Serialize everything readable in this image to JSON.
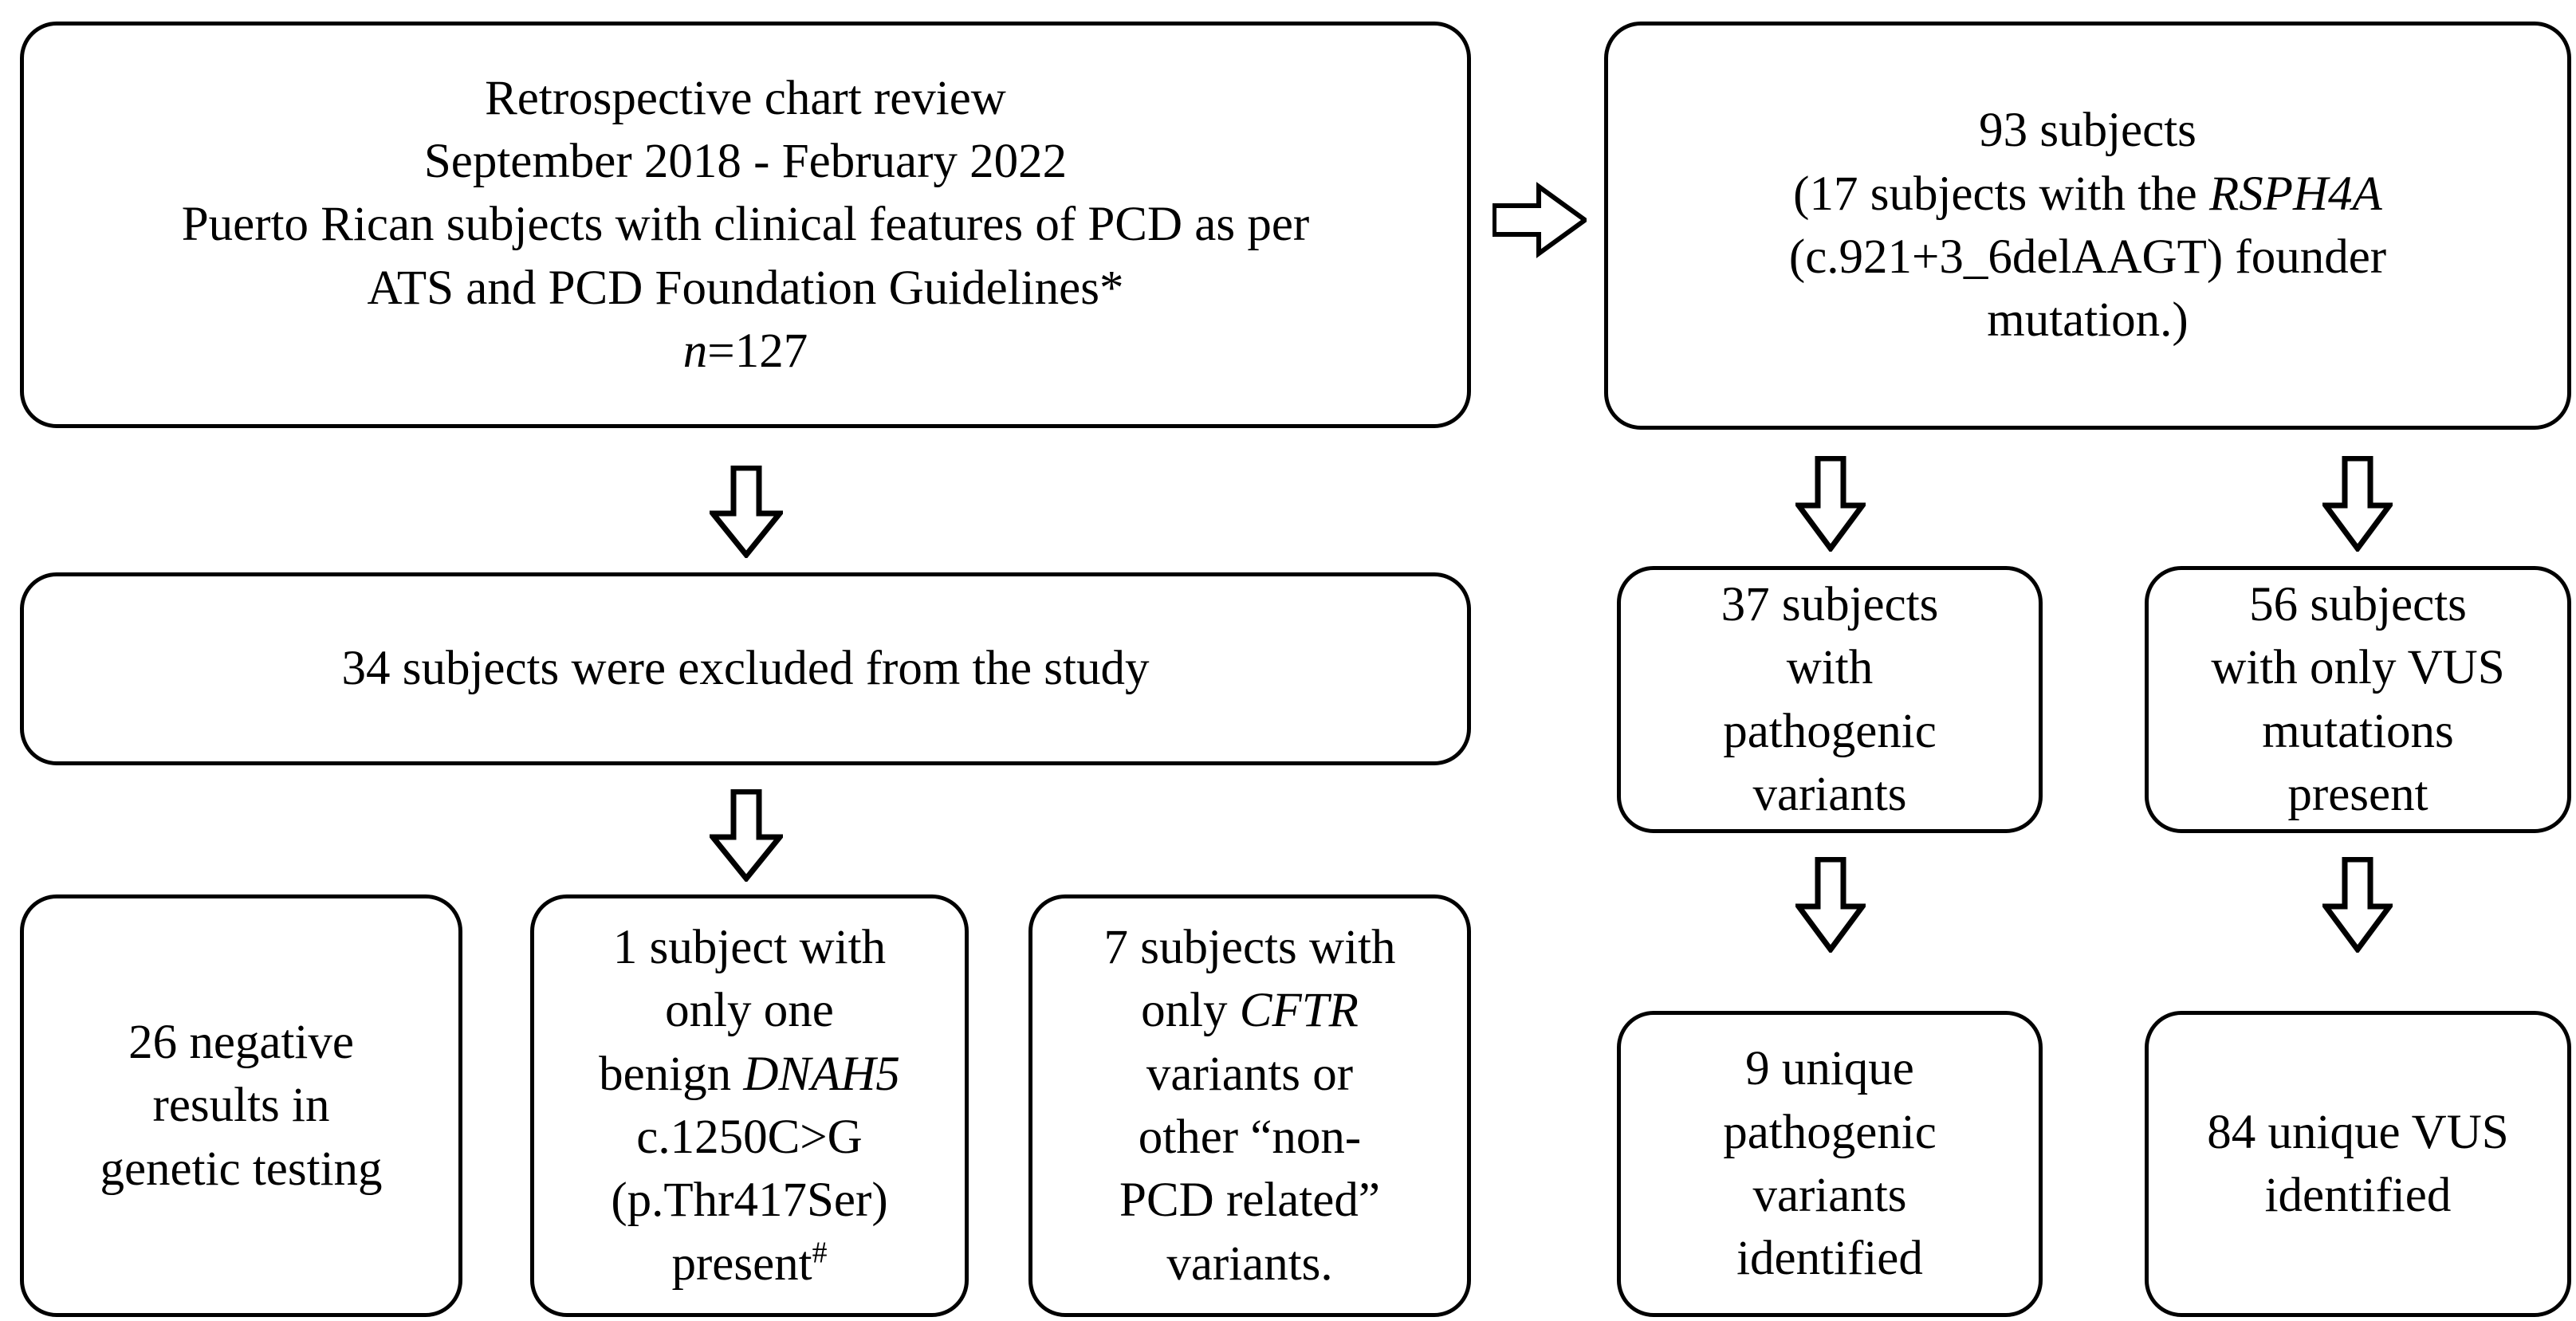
{
  "diagram": {
    "type": "flowchart",
    "title": "PCD genetic testing study flow",
    "accent_color": "#000000",
    "background_color": "#ffffff",
    "nodes": {
      "intake": {
        "lines": [
          "Retrospective chart review",
          "September 2018 - February 2022",
          "Puerto Rican subjects with clinical features of PCD as per",
          "ATS and PCD Foundation Guidelines*",
          "n=127"
        ],
        "italic_segment": "n",
        "count": 127
      },
      "cohort": {
        "lines": [
          "93 subjects",
          "(17 subjects with the RSPH4A",
          "(c.921+3_6delAAGT) founder",
          "mutation.)"
        ],
        "gene": "RSPH4A",
        "variant": "c.921+3_6delAAGT",
        "count": 93,
        "founder_count": 17
      },
      "excluded": {
        "text": "34 subjects were excluded from the study",
        "count": 34
      },
      "pathogenic": {
        "lines": [
          "37 subjects",
          "with",
          "pathogenic",
          "variants"
        ],
        "count": 37
      },
      "vus": {
        "lines": [
          "56 subjects",
          "with only VUS",
          "mutations",
          "present"
        ],
        "count": 56
      },
      "negative": {
        "lines": [
          "26 negative",
          "results in",
          "genetic testing"
        ],
        "count": 26
      },
      "dnah5": {
        "lines": [
          "1 subject with",
          "only one",
          "benign DNAH5",
          "c.1250C>G",
          "(p.Thr417Ser)",
          "present#"
        ],
        "gene": "DNAH5",
        "variant": "c.1250C>G",
        "protein": "p.Thr417Ser",
        "count": 1,
        "footnote_marker": "#"
      },
      "cftr": {
        "lines": [
          "7 subjects with",
          "only CFTR",
          "variants or",
          "other “non-",
          "PCD related”",
          "variants."
        ],
        "gene": "CFTR",
        "count": 7
      },
      "unique_pathogenic": {
        "lines": [
          "9 unique",
          "pathogenic",
          "variants",
          "identified"
        ],
        "count": 9
      },
      "unique_vus": {
        "lines": [
          "84 unique VUS",
          "identified"
        ],
        "count": 84
      }
    },
    "arrows": [
      {
        "name": "intake-to-cohort",
        "direction": "right"
      },
      {
        "name": "intake-to-excluded",
        "direction": "down"
      },
      {
        "name": "excluded-to-bottom-row",
        "direction": "down"
      },
      {
        "name": "cohort-to-pathogenic",
        "direction": "down"
      },
      {
        "name": "cohort-to-vus",
        "direction": "down"
      },
      {
        "name": "pathogenic-to-unique",
        "direction": "down"
      },
      {
        "name": "vus-to-unique",
        "direction": "down"
      }
    ]
  }
}
